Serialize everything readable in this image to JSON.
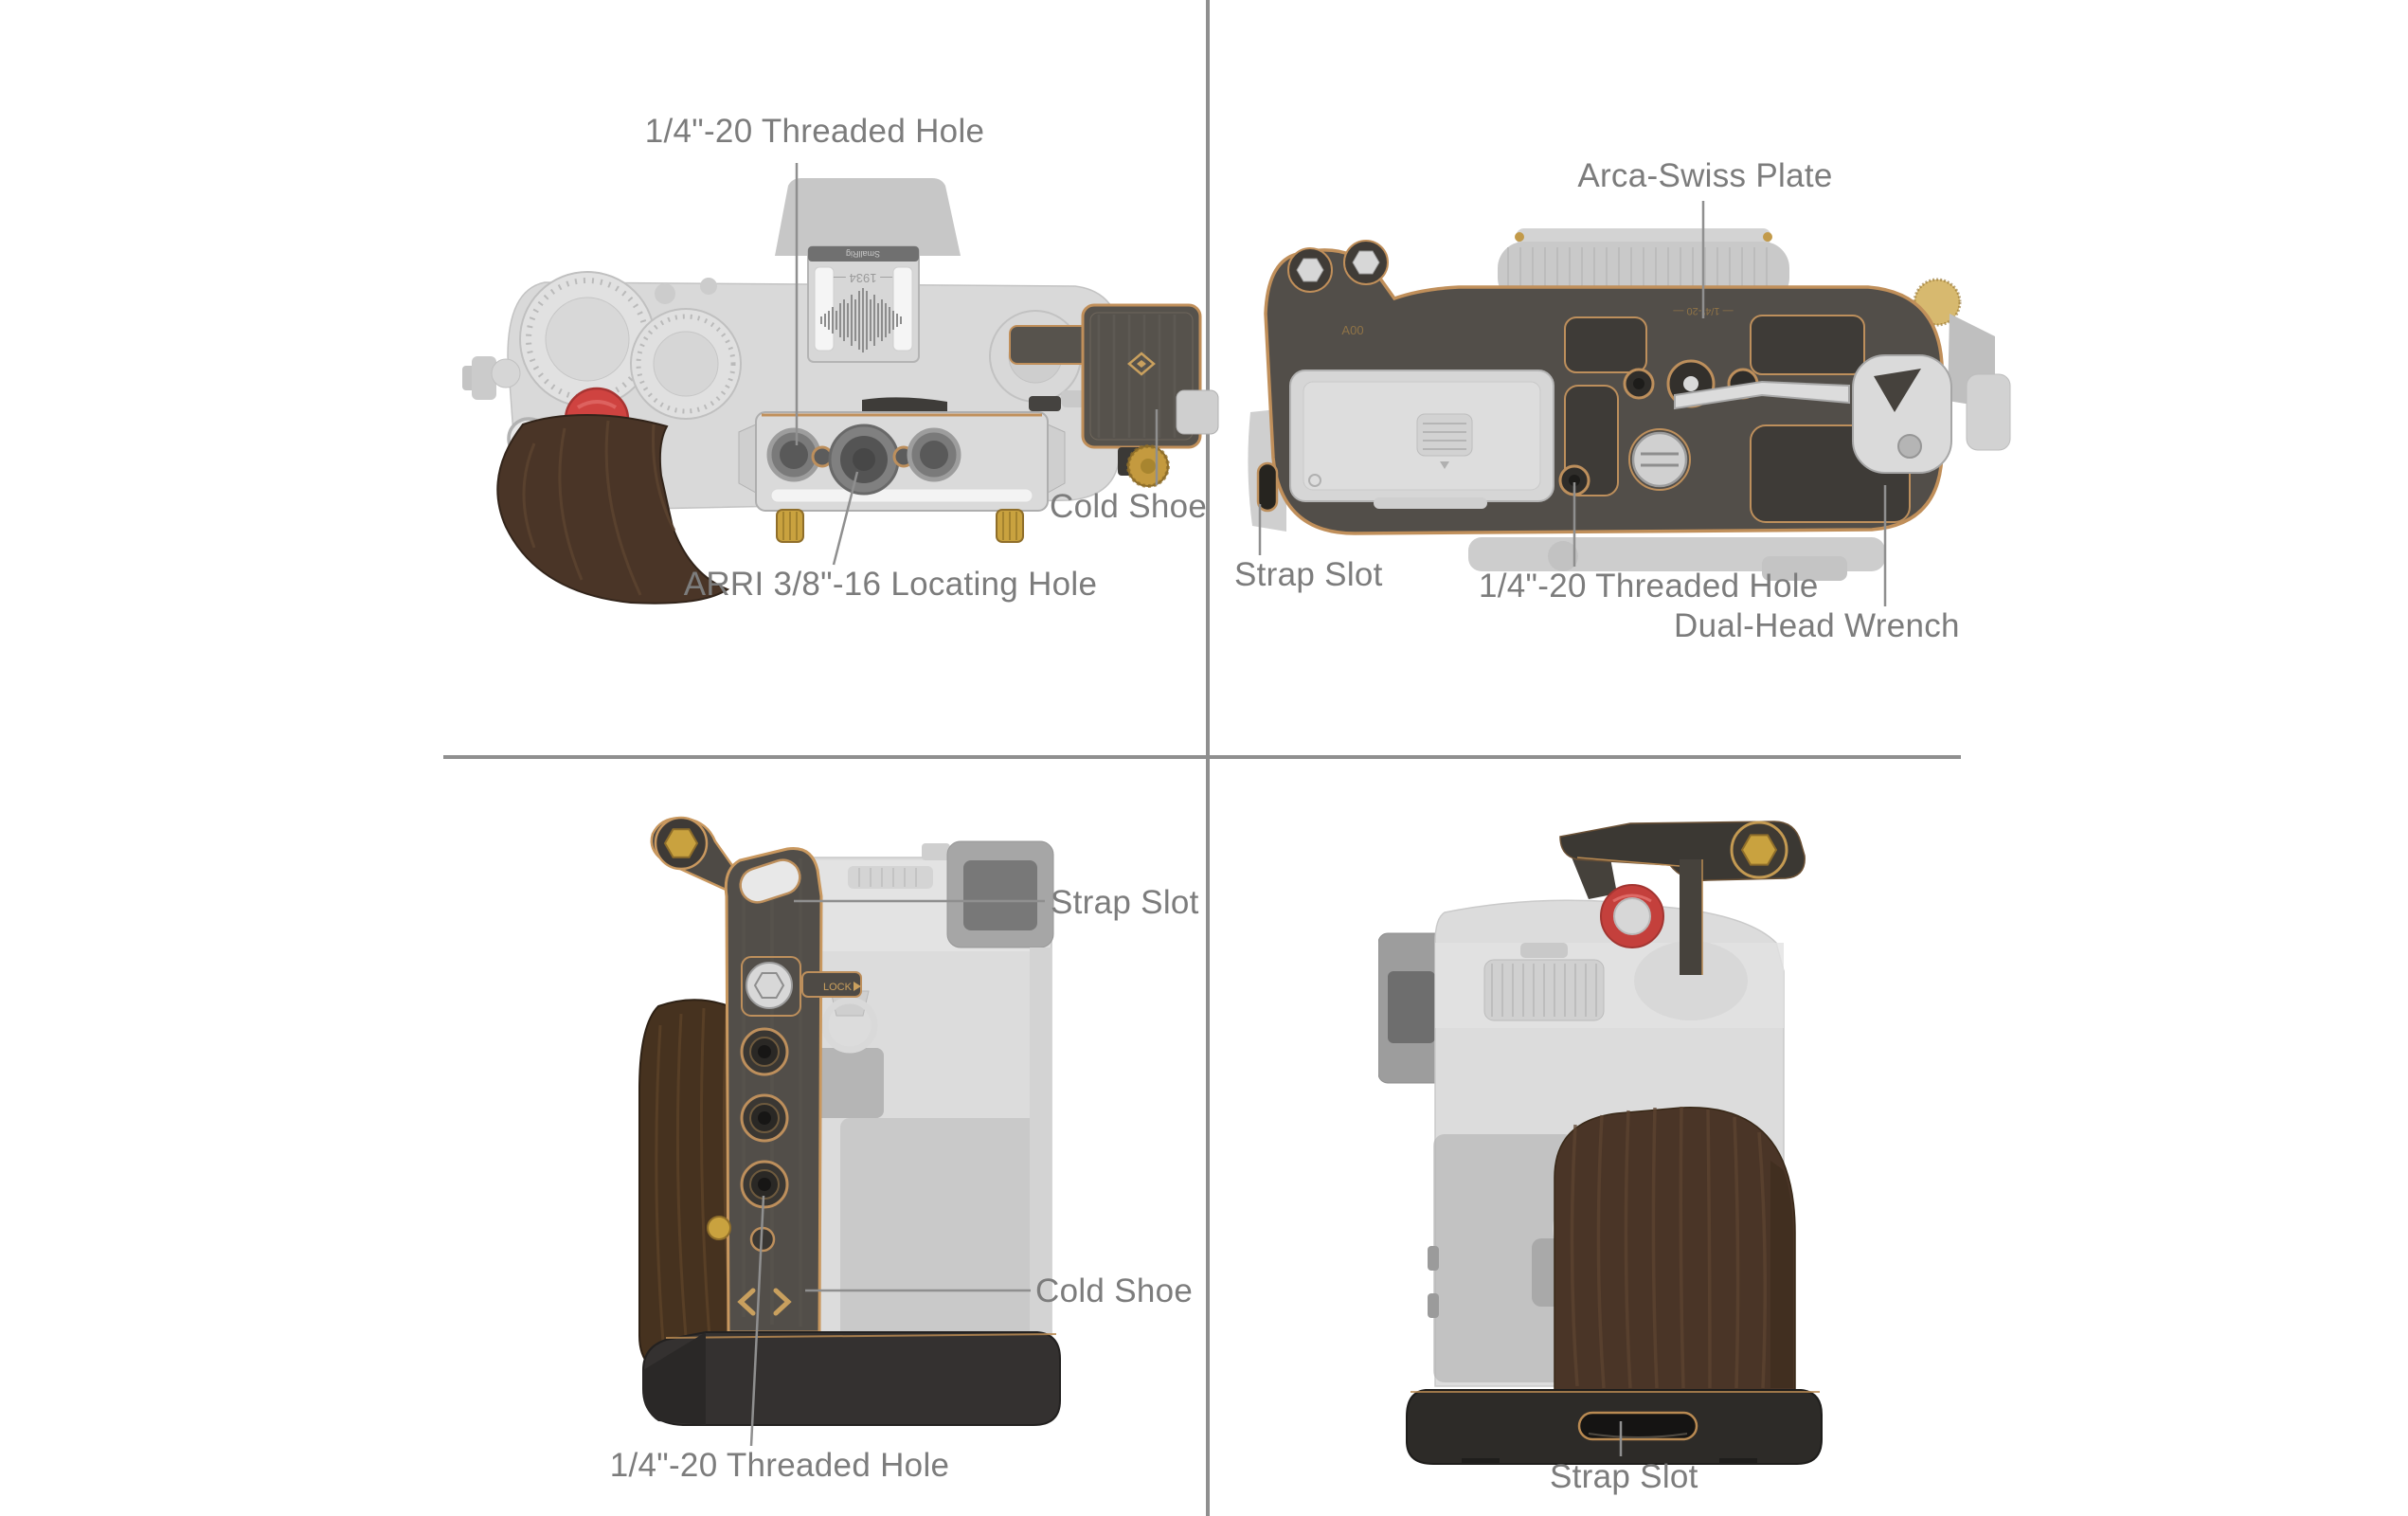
{
  "page": {
    "background": "#ffffff"
  },
  "dividers": {
    "color": "#8f8f8f"
  },
  "palette": {
    "label_text": "#7c7c7c",
    "ghost_body": "#d9d9d9",
    "bronze": "#524e49",
    "copper_trim": "#c08f5a",
    "brass": "#c9a23f",
    "silver": "#d8d8d8",
    "wood": "#4a3527",
    "red_button": "#c4403c",
    "black_base": "#2d2b28"
  },
  "views": {
    "top": {
      "annotations": {
        "threaded_hole": "1/4\"-20 Threaded Hole",
        "cold_shoe": "Cold Shoe",
        "arri_locating_hole": "ARRI 3/8\"-16 Locating Hole"
      }
    },
    "bottom": {
      "annotations": {
        "arca_swiss_plate": "Arca-Swiss Plate",
        "strap_slot": "Strap Slot",
        "threaded_hole": "1/4\"-20 Threaded Hole",
        "dual_head_wrench": "Dual-Head Wrench"
      }
    },
    "left_side": {
      "annotations": {
        "strap_slot": "Strap Slot",
        "cold_shoe": "Cold Shoe",
        "threaded_hole": "1/4\"-20 Threaded Hole"
      }
    },
    "front": {
      "annotations": {
        "strap_slot": "Strap Slot"
      }
    }
  },
  "engravings": {
    "brand": "SmallRig",
    "hot_shoe_plate_year": "— 1934 —",
    "baseplate_code": "A00",
    "thread_marking": "— 1/4\"-20 —",
    "lock_marking": "LOCK"
  }
}
